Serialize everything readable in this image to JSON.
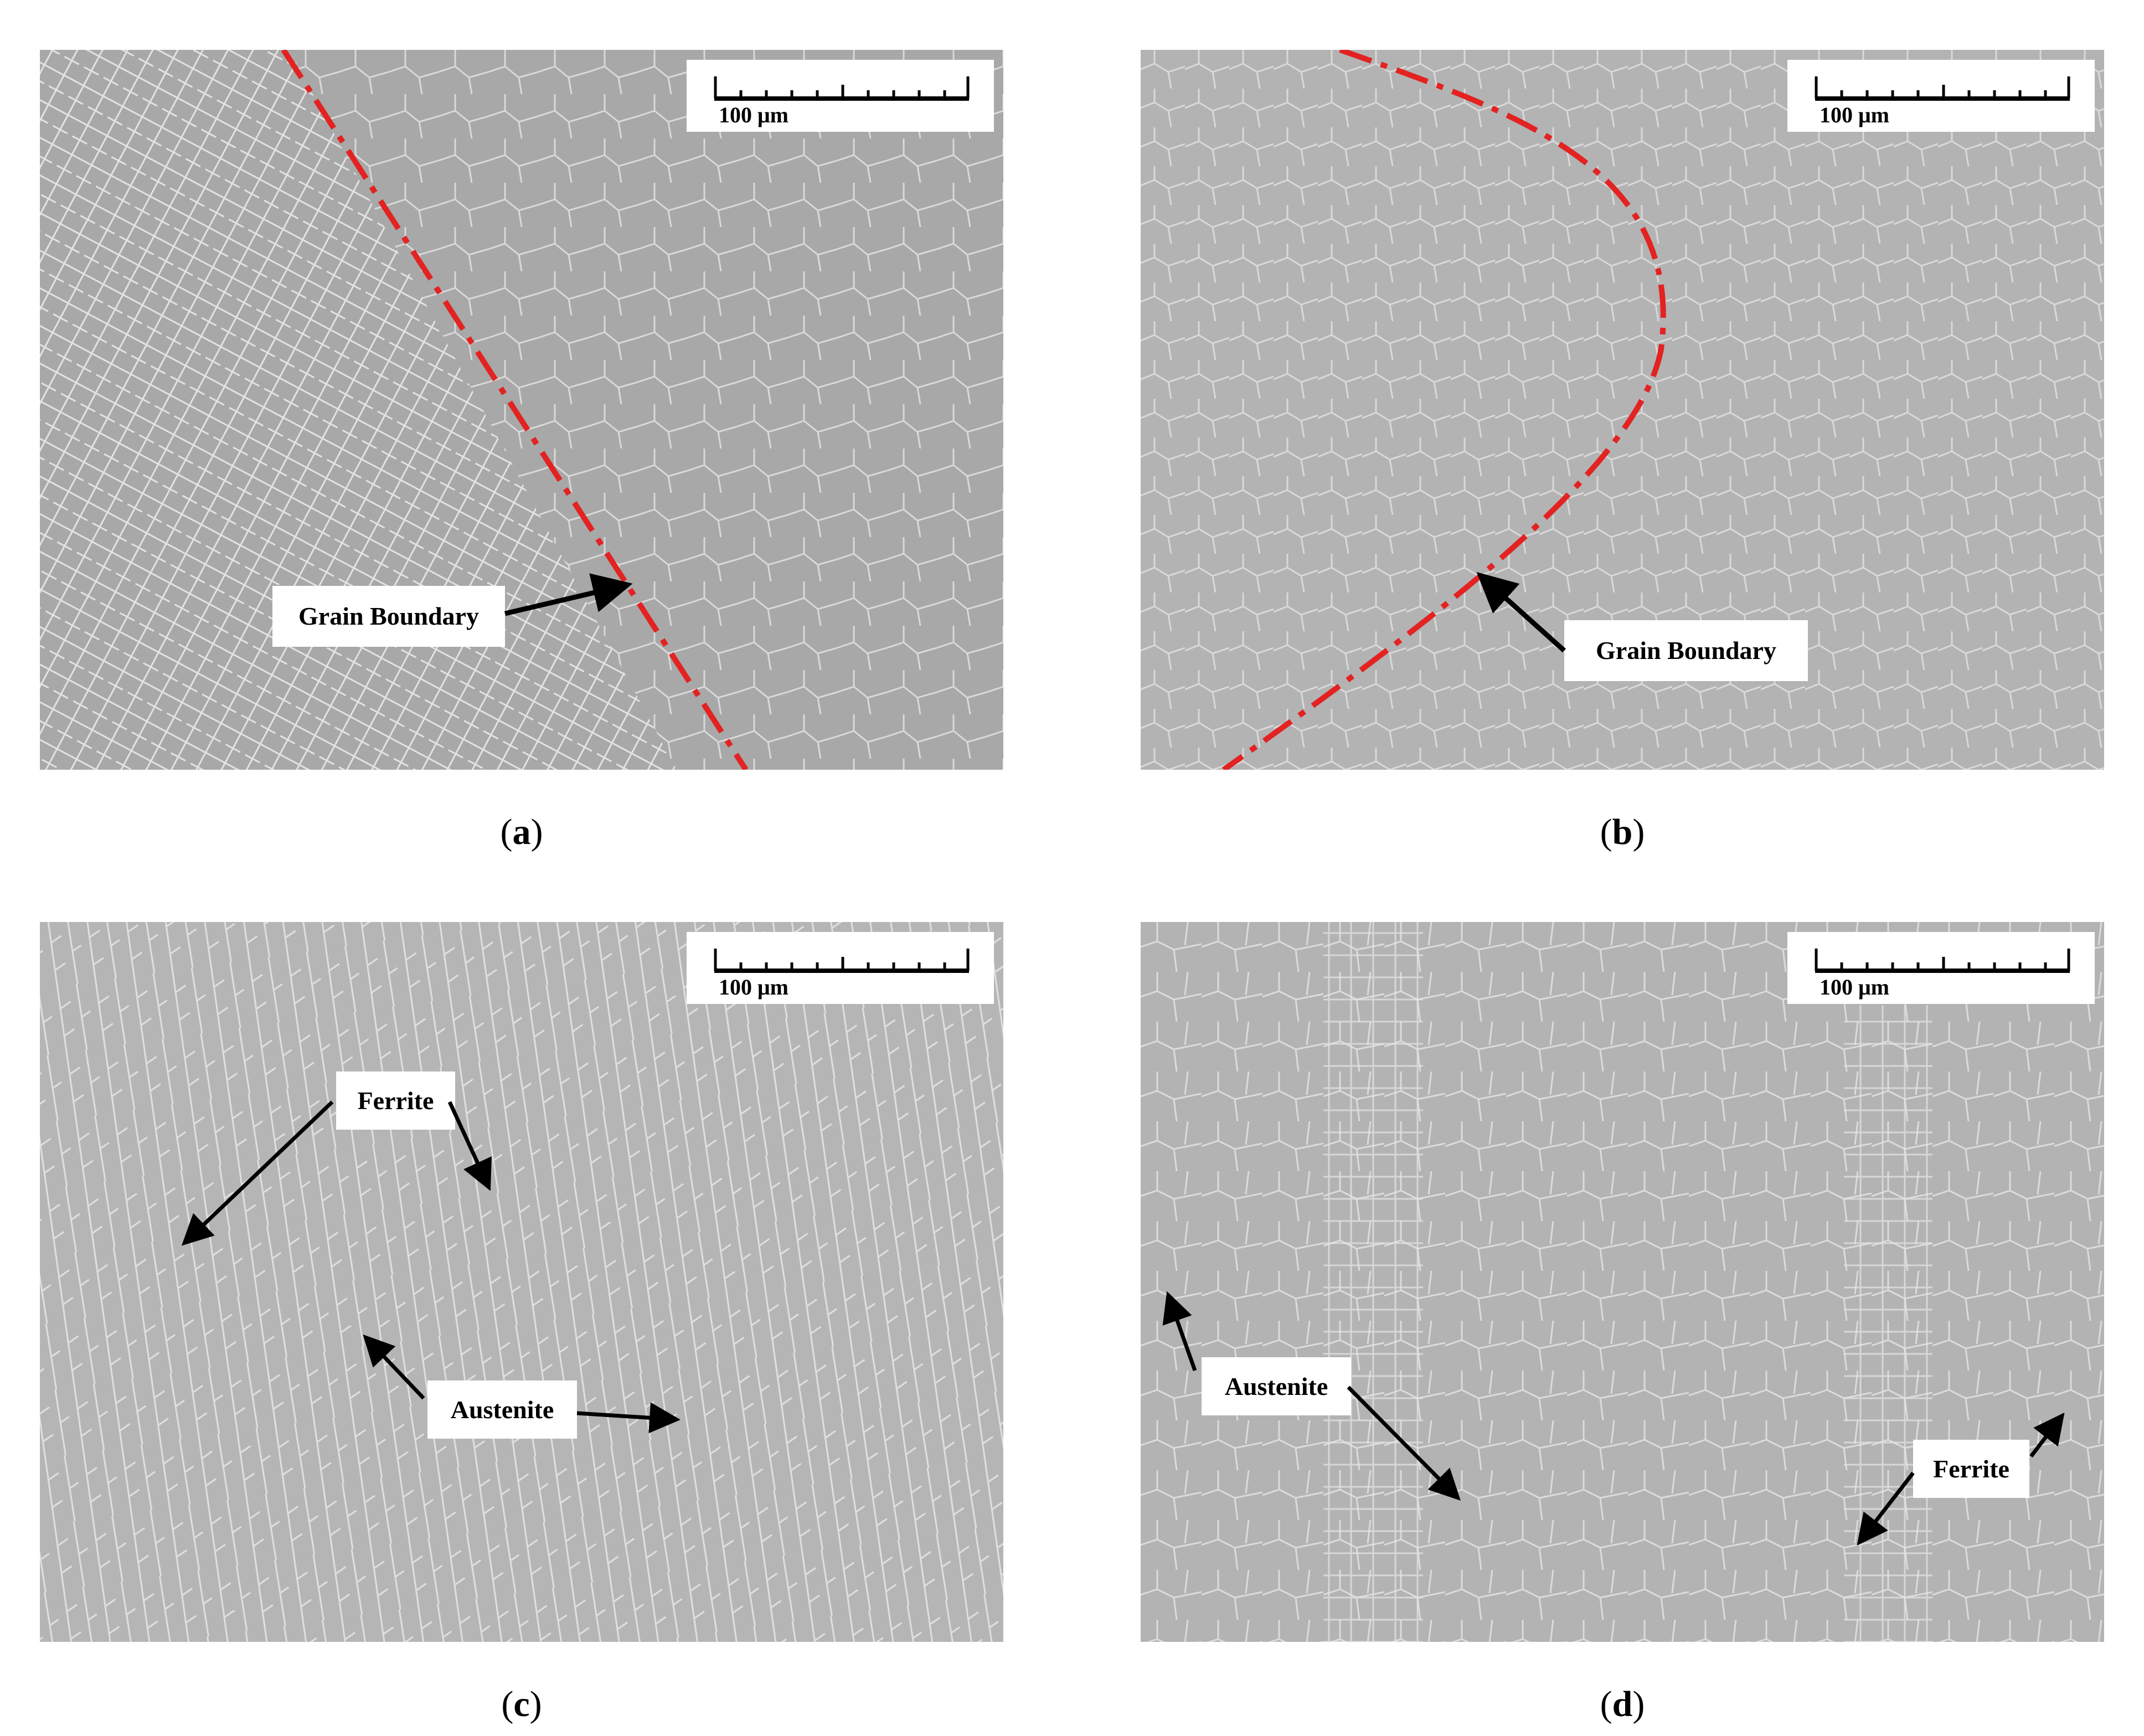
{
  "scale_bar_label": "100 μm",
  "panels": [
    {
      "id": "a",
      "caption_letter": "a",
      "labels": [
        "Grain Boundary"
      ]
    },
    {
      "id": "b",
      "caption_letter": "b",
      "labels": [
        "Grain Boundary"
      ]
    },
    {
      "id": "c",
      "caption_letter": "c",
      "labels": [
        "Ferrite",
        "Austenite"
      ]
    },
    {
      "id": "d",
      "caption_letter": "d",
      "labels": [
        "Austenite",
        "Ferrite"
      ]
    }
  ],
  "colors": {
    "micrograph_background": "#a9a9a9",
    "dendrite_lines": "#e6e6e6",
    "boundary_line": "#e32222",
    "arrow": "#000000"
  }
}
